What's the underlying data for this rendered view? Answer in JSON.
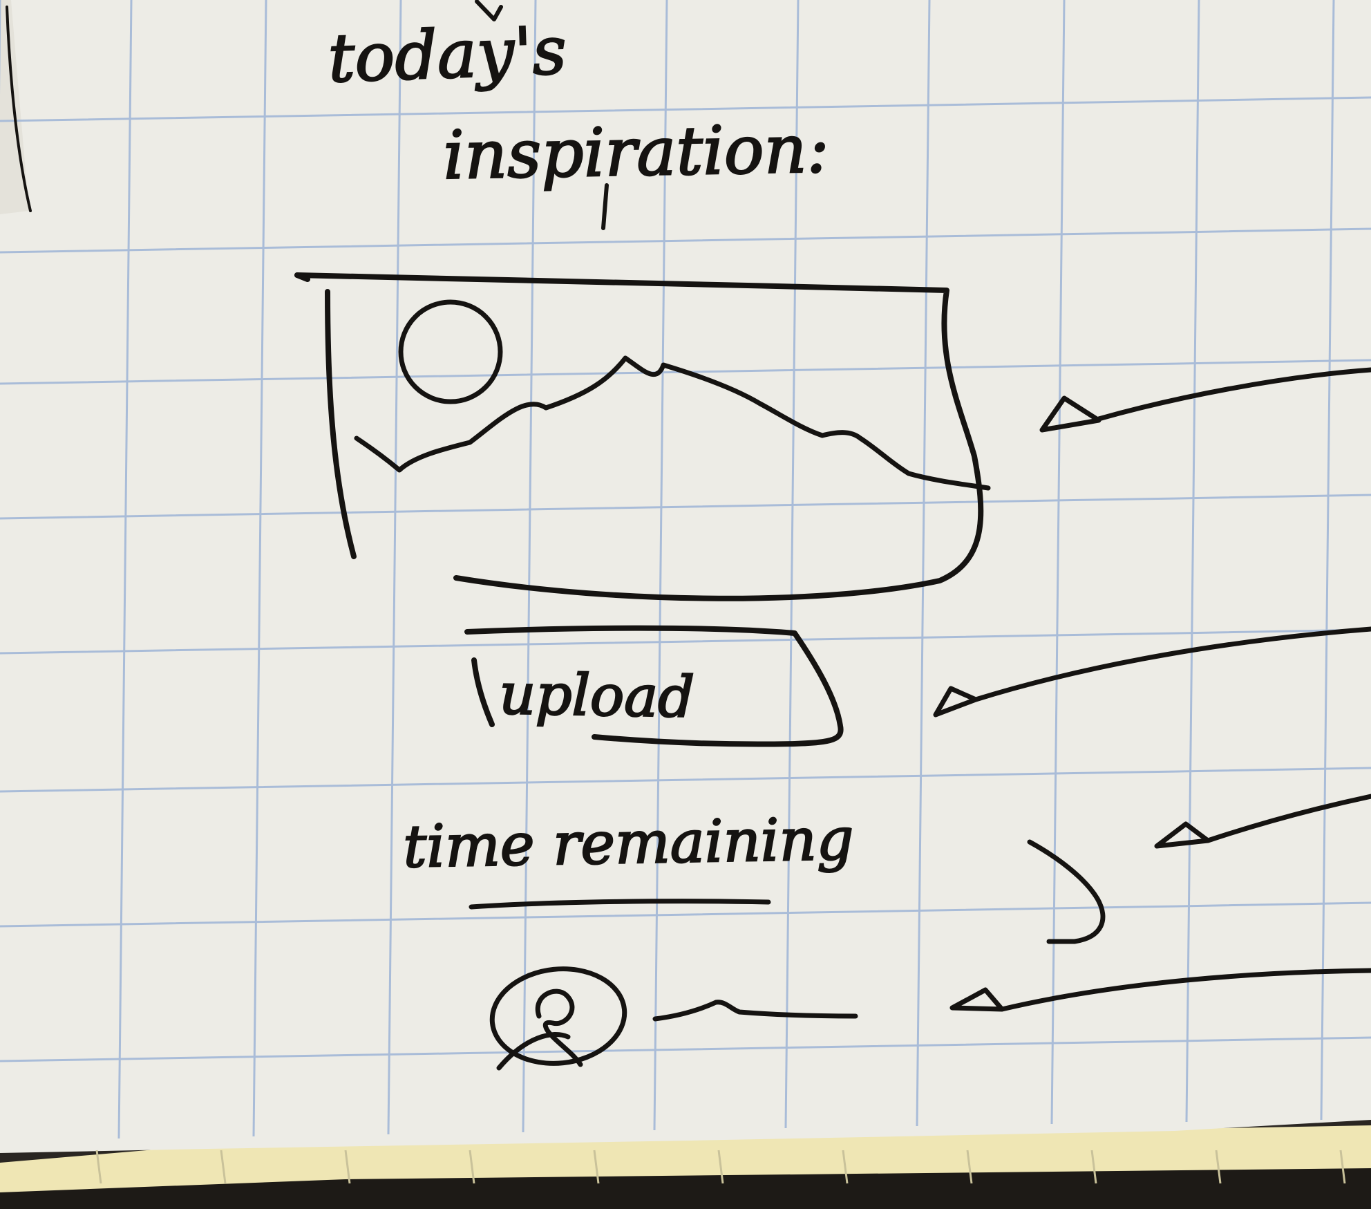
{
  "sketch": {
    "heading_line1": "today's",
    "heading_line2": "inspiration:",
    "upload_button_label": "upload",
    "timer_label": "time remaining"
  },
  "icons": {
    "hero": "image-placeholder-icon",
    "profile": "user-avatar-icon",
    "annotations": "arrow-pointer-icon"
  },
  "colors": {
    "paper": "#edece6",
    "grid": "#a9bcd8",
    "ink": "#151311",
    "notepad_edge": "#efe6b4"
  }
}
